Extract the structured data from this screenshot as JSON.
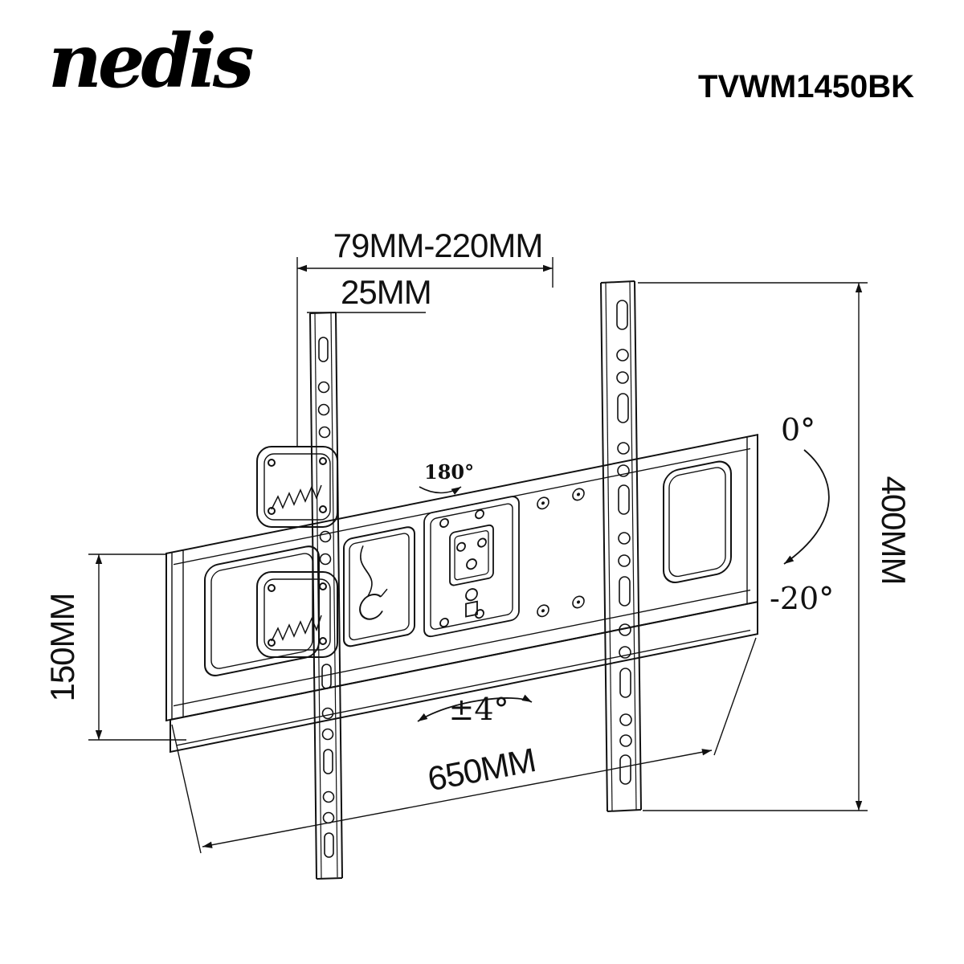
{
  "header": {
    "brand": "nedis",
    "model": "TVWM1450BK"
  },
  "diagram": {
    "type": "technical-line-drawing",
    "subject": "full-motion TV wall mount bracket",
    "colors": {
      "line": "#111111",
      "background": "#ffffff"
    },
    "labels": {
      "width_range": "79MM-220MM",
      "wall_distance": "25MM",
      "left_height": "150MM",
      "bottom_width": "650MM",
      "right_height": "400MM",
      "tilt_up": "0°",
      "tilt_down": "-20°",
      "level_adjust": "±4°",
      "swivel": "180°"
    }
  }
}
